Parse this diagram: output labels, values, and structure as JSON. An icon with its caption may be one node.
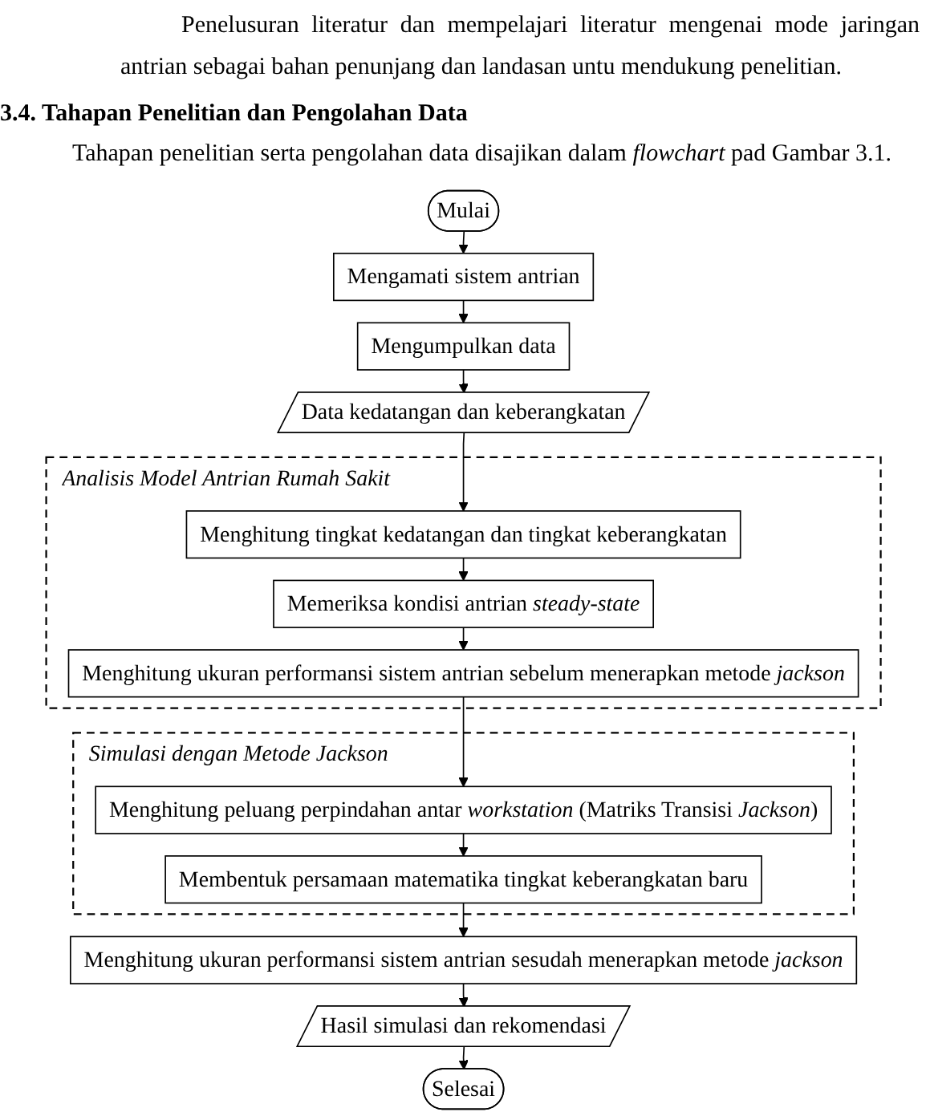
{
  "diagram": {
    "title": "3.4. Tahapan Penelitian dan Pengolahan Data",
    "nodes": [
      {
        "text": [
          "Mulai"
        ]
      },
      {
        "text": [
          "Mengamati sistem antrian"
        ]
      },
      {
        "text": [
          "Mengumpulkan data"
        ]
      },
      {
        "text": [
          "Data kedatangan dan keberangkatan"
        ]
      },
      {
        "text": [
          "Analisis Model Antrian Rumah Sakit"
        ]
      },
      {
        "text": [
          "Menghitung tingkat kedatangan dan tingkat keberangkatan"
        ],
        "in": 4
      },
      {
        "text": [
          "Memeriksa kondisi antrian *steady-state*"
        ],
        "in": 4
      },
      {
        "text": [
          "Menghitung ukuran performansi sistem antrian sebelum menerapkan metode *jackson*"
        ],
        "in": 4
      },
      {
        "text": [
          "Simulasi dengan Metode Jackson"
        ]
      },
      {
        "text": [
          "Menghitung peluang perpindahan antar *workstation* (Matriks Transisi *Jackson*)"
        ],
        "in": 8
      },
      {
        "text": [
          "Membentuk persamaan matematika tingkat keberangkatan baru"
        ],
        "in": 8
      },
      {
        "text": [
          "Menghitung ukuran performansi sistem antrian sesudah menerapkan metode *jackson*"
        ]
      },
      {
        "text": [
          "Hasil simulasi dan rekomendasi"
        ]
      },
      {
        "text": [
          "Selesai"
        ]
      }
    ],
    "edges": [
      {
        "from": 0,
        "to": 1,
        "arrow": "to"
      },
      {
        "from": 1,
        "to": 2,
        "arrow": "to"
      },
      {
        "from": 2,
        "to": 3,
        "arrow": "to"
      },
      {
        "from": 3,
        "to": 5,
        "arrow": "to"
      },
      {
        "from": 5,
        "to": 6,
        "arrow": "to"
      },
      {
        "from": 6,
        "to": 7,
        "arrow": "to"
      },
      {
        "from": 7,
        "to": 9,
        "arrow": "to"
      },
      {
        "from": 9,
        "to": 10,
        "arrow": "to"
      },
      {
        "from": 10,
        "to": 11,
        "arrow": "to"
      },
      {
        "from": 11,
        "to": 12,
        "arrow": "to"
      },
      {
        "from": 12,
        "to": 13,
        "arrow": "to"
      }
    ],
    "labels": [
      "Penelusuran literatur dan mempelajari literatur mengenai mode jaringan antrian sebagai bahan penunjang dan landasan untu mendukung penelitian.",
      "Tahapan penelitian serta pengolahan data disajikan dalam *flowchart* pad Gambar 3.1."
    ]
  }
}
